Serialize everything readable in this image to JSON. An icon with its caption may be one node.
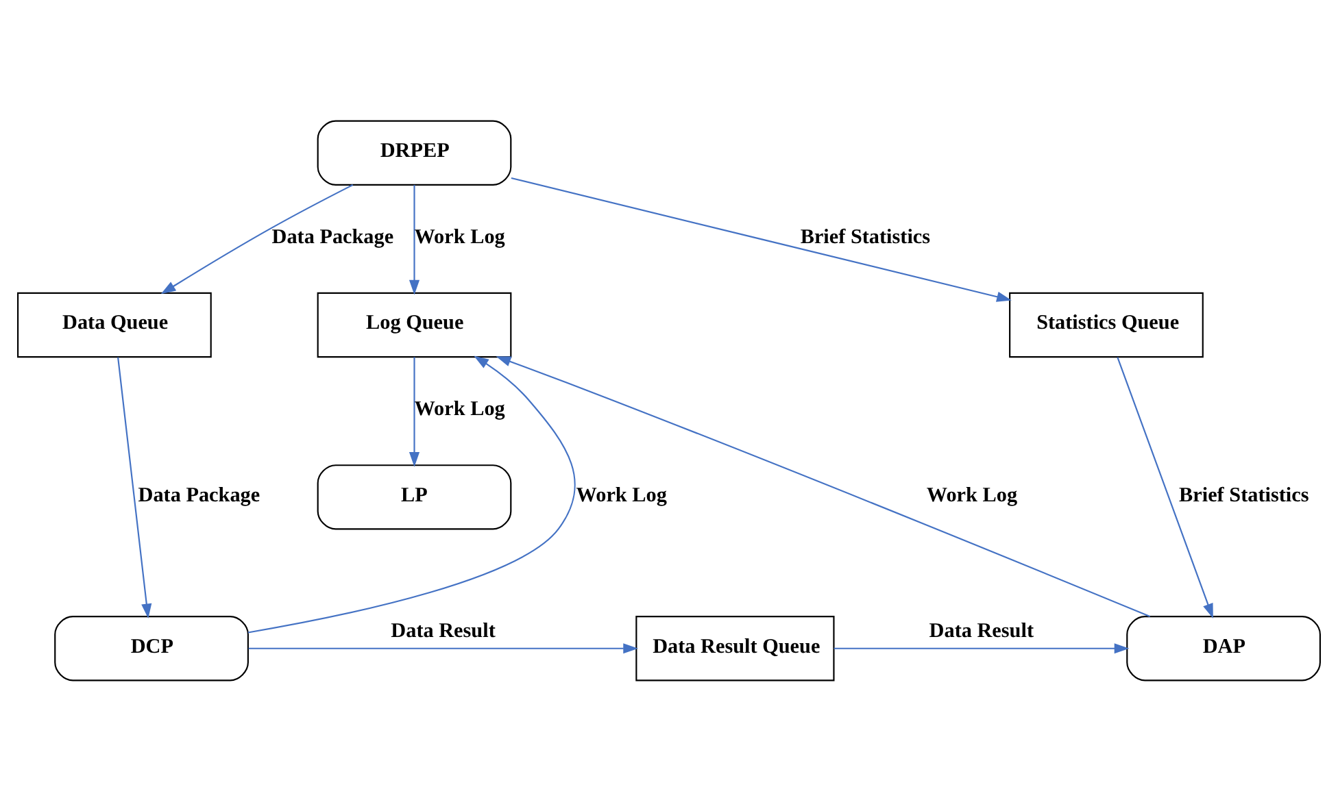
{
  "diagram": {
    "nodes": [
      {
        "text": [
          "DRPEP"
        ]
      },
      {
        "text": [
          "Data Queue"
        ]
      },
      {
        "text": [
          "Log Queue"
        ]
      },
      {
        "text": [
          "Statistics Queue"
        ]
      },
      {
        "text": [
          "LP"
        ]
      },
      {
        "text": [
          "DCP"
        ]
      },
      {
        "text": [
          "Data Result Queue"
        ]
      },
      {
        "text": [
          "DAP"
        ]
      }
    ],
    "edges": [
      {
        "from": 0,
        "to": 1,
        "arrow": "to",
        "label": "Data Package"
      },
      {
        "from": 0,
        "to": 2,
        "arrow": "to",
        "label": "Work Log"
      },
      {
        "from": 0,
        "to": 3,
        "arrow": "to",
        "label": "Brief Statistics"
      },
      {
        "from": 1,
        "to": 5,
        "arrow": "to",
        "label": "Data Package"
      },
      {
        "from": 5,
        "to": 2,
        "arrow": "to",
        "label": "Work Log"
      },
      {
        "from": 2,
        "to": 4,
        "arrow": "to",
        "label": "Work Log"
      },
      {
        "from": 7,
        "to": 2,
        "arrow": "to",
        "label": "Work Log"
      },
      {
        "from": 3,
        "to": 7,
        "arrow": "to",
        "label": "Brief Statistics"
      },
      {
        "from": 5,
        "to": 6,
        "arrow": "to",
        "label": "Data Result"
      },
      {
        "from": 6,
        "to": 7,
        "arrow": "to",
        "label": "Data Result"
      }
    ]
  }
}
